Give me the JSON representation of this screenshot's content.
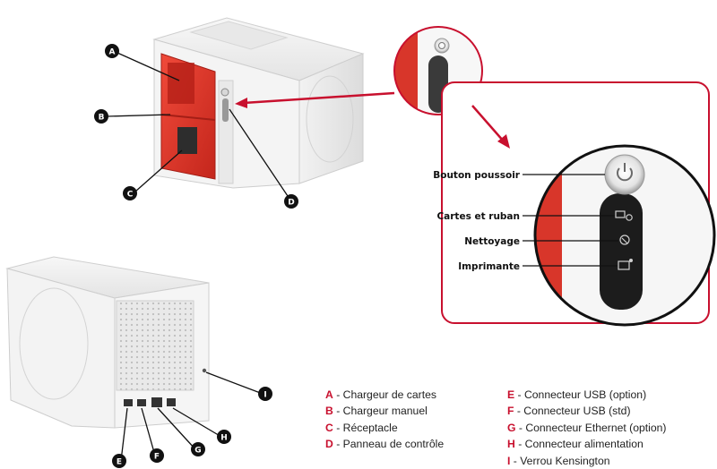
{
  "callouts": {
    "A": "A",
    "B": "B",
    "C": "C",
    "D": "D",
    "E": "E",
    "F": "F",
    "G": "G",
    "H": "H",
    "I": "I"
  },
  "control_panel": {
    "power_button": "Bouton poussoir",
    "cards_ribbon": "Cartes et ruban",
    "cleaning": "Nettoyage",
    "printer": "Imprimante"
  },
  "legend": {
    "left": [
      {
        "letter": "A",
        "text": " - Chargeur de cartes"
      },
      {
        "letter": "B",
        "text": " - Chargeur manuel"
      },
      {
        "letter": "C",
        "text": " - Réceptacle"
      },
      {
        "letter": "D",
        "text": " - Panneau de contrôle"
      }
    ],
    "right": [
      {
        "letter": "E",
        "text": " - Connecteur USB (option)"
      },
      {
        "letter": "F",
        "text": " - Connecteur USB (std)"
      },
      {
        "letter": "G",
        "text": " - Connecteur Ethernet (option)"
      },
      {
        "letter": "H",
        "text": " - Connecteur alimentation"
      },
      {
        "letter": "I",
        "text": " - Verrou Kensington"
      }
    ]
  },
  "colors": {
    "accent_red": "#c8102e",
    "printer_red": "#e23a2a",
    "badge": "#111111",
    "body_grey": "#eeeeee"
  },
  "icons": [
    "power-icon",
    "cards-ribbon-icon",
    "cleaning-icon",
    "printer-status-icon"
  ]
}
